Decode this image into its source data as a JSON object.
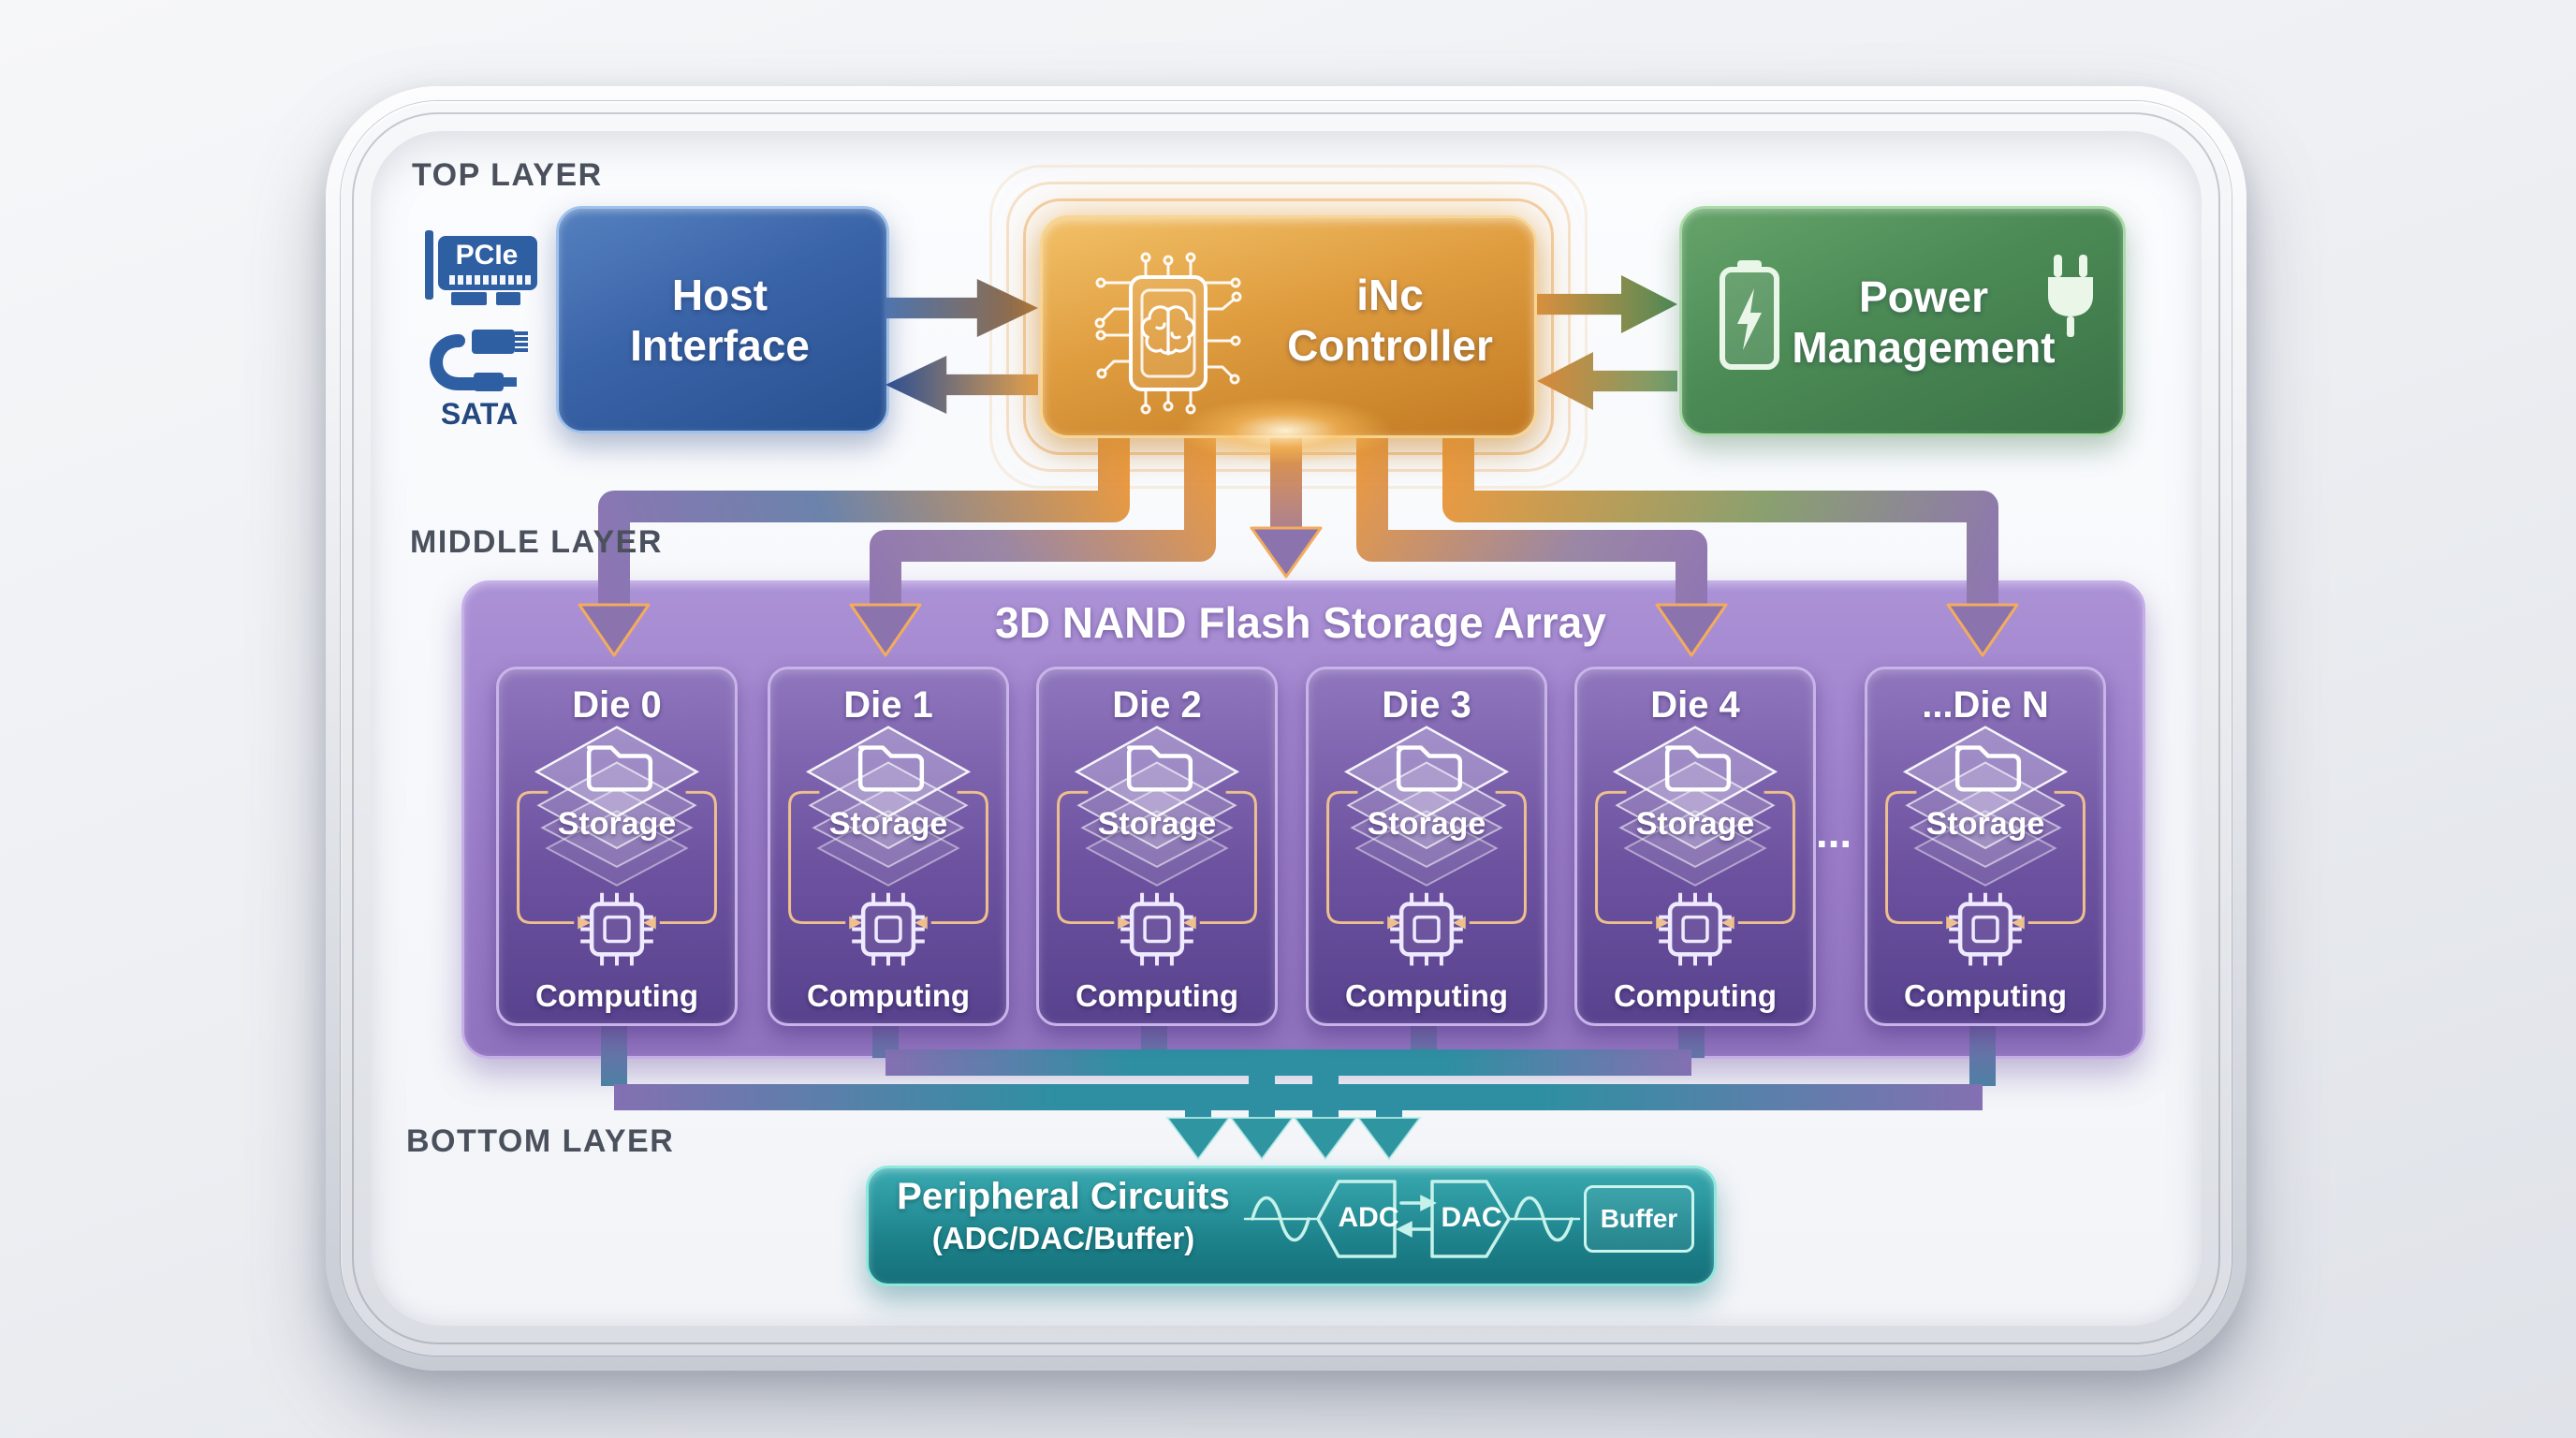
{
  "layers": {
    "top": "TOP LAYER",
    "middle": "MIDDLE LAYER",
    "bottom": "BOTTOM LAYER"
  },
  "top_row": {
    "pcie": "PCIe",
    "sata": "SATA",
    "host": {
      "line1": "Host",
      "line2": "Interface"
    },
    "controller": {
      "line1": "iNc",
      "line2": "Controller"
    },
    "power": {
      "line1": "Power",
      "line2": "Management"
    }
  },
  "nand_array": {
    "title": "3D NAND Flash Storage Array",
    "die_names": [
      "Die 0",
      "Die 1",
      "Die 2",
      "Die 3",
      "Die 4",
      "...Die N"
    ],
    "storage_label": "Storage",
    "computing_label": "Computing",
    "ellipsis": "..."
  },
  "peripheral": {
    "title": "Peripheral Circuits",
    "subtitle": "(ADC/DAC/Buffer)",
    "adc": "ADC",
    "dac": "DAC",
    "buffer": "Buffer"
  },
  "colors": {
    "host_blue": "#3a64a8",
    "controller_orange": "#df9c3f",
    "power_green": "#4b8a55",
    "array_purple": "#9a7cc8",
    "die_purple": "#6d52a0",
    "peripheral_teal": "#1e838c",
    "fan_arrow_orange": "#ea9a42",
    "fan_arrow_purple": "#8b74ad",
    "bottom_arrow_teal": "#2f96a1",
    "label_gray": "#4a505c"
  }
}
